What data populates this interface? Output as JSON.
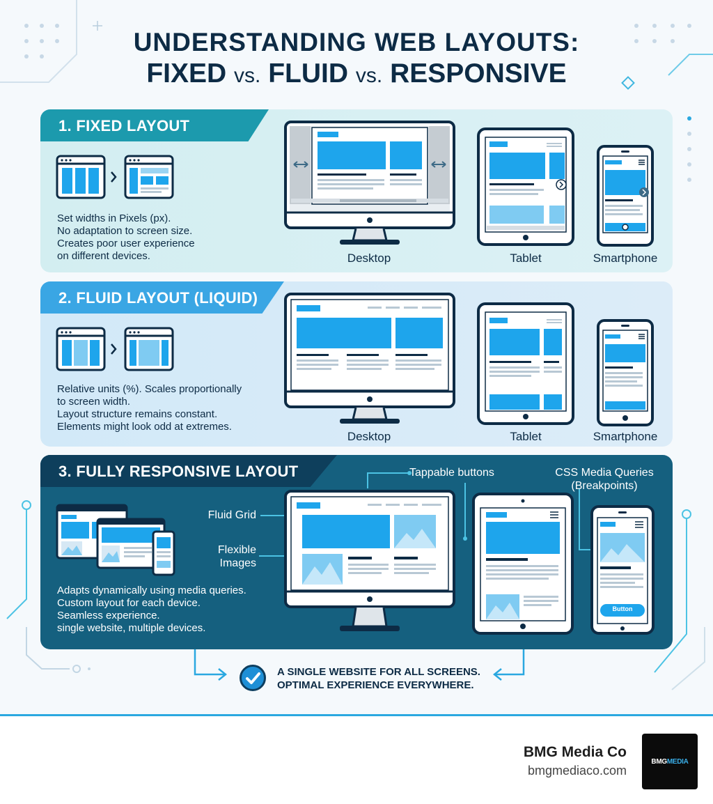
{
  "title": {
    "line1": "UNDERSTANDING WEB LAYOUTS:",
    "word1": "FIXED",
    "vs": "vs.",
    "word2": "FLUID",
    "word3": "RESPONSIVE"
  },
  "fixed": {
    "heading": "1. FIXED LAYOUT",
    "desc": [
      "Set widths in Pixels (px).",
      "No adaptation to screen size.",
      "Creates poor user experience",
      "on different devices."
    ],
    "devices": [
      "Desktop",
      "Tablet",
      "Smartphone"
    ]
  },
  "fluid": {
    "heading": "2. FLUID LAYOUT (LIQUID)",
    "desc": [
      "Relative units (%). Scales proportionally",
      "to screen width.",
      "Layout structure remains constant.",
      "Elements might look odd at extremes."
    ],
    "devices": [
      "Desktop",
      "Tablet",
      "Smartphone"
    ]
  },
  "responsive": {
    "heading": "3. FULLY RESPONSIVE LAYOUT",
    "desc": [
      "Adapts dynamically using media queries.",
      "Custom layout for each device.",
      "Seamless experience.",
      "single website, multiple devices."
    ],
    "callouts": {
      "fluid_grid": "Fluid Grid",
      "flexible_images_1": "Flexible",
      "flexible_images_2": "Images",
      "tappable": "Tappable buttons",
      "media_queries_1": "CSS Media Queries",
      "media_queries_2": "(Breakpoints)"
    },
    "phone_button": "Button"
  },
  "tagline": {
    "line1": "A SINGLE WEBSITE FOR ALL SCREENS.",
    "line2": "OPTIMAL EXPERIENCE EVERYWHERE."
  },
  "footer": {
    "brand": "BMG Media Co",
    "url": "bmgmediaco.com",
    "logo_a": "BMG",
    "logo_b": "MEDIA"
  },
  "colors": {
    "navy": "#0d2b45",
    "accent_blue": "#1ea5ec",
    "teal": "#1c9aad",
    "responsive_panel": "#15607f"
  }
}
